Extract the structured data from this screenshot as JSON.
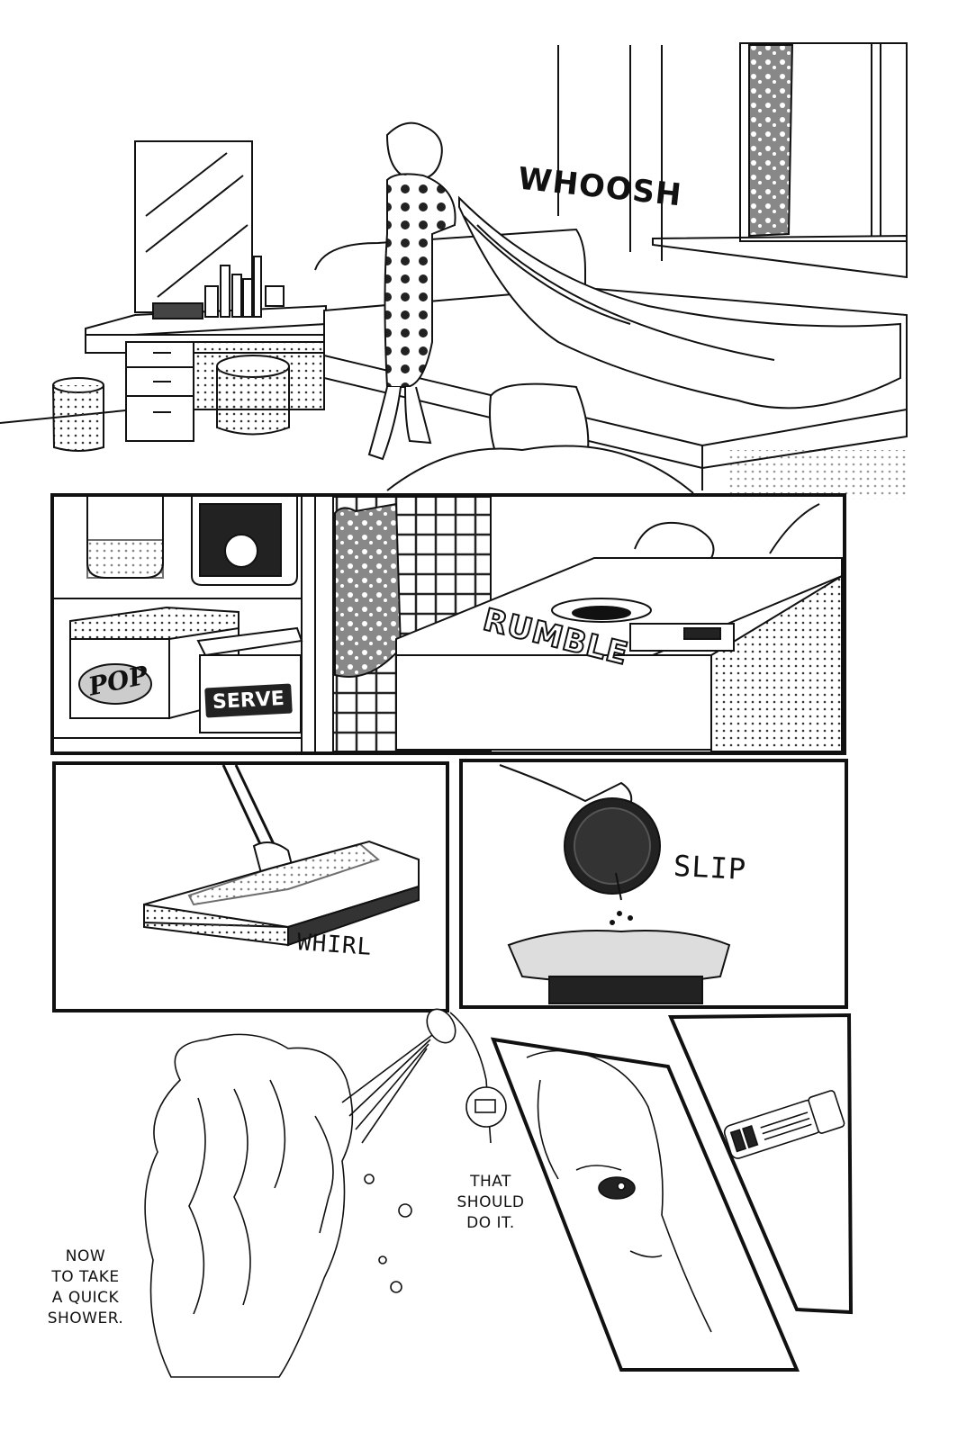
{
  "sfx": {
    "whoosh": "WHOOSH",
    "rumble": "RUMBLE",
    "whirl": "WHIRL",
    "slip": "SLIP"
  },
  "labels": {
    "pop": "POP",
    "serve": "SERVE"
  },
  "captions": {
    "that_should_do_it": [
      "THAT",
      "SHOULD",
      "DO IT."
    ],
    "now_to_take_a_quick_shower": [
      "NOW",
      "TO TAKE",
      "A QUICK",
      "SHOWER."
    ]
  }
}
